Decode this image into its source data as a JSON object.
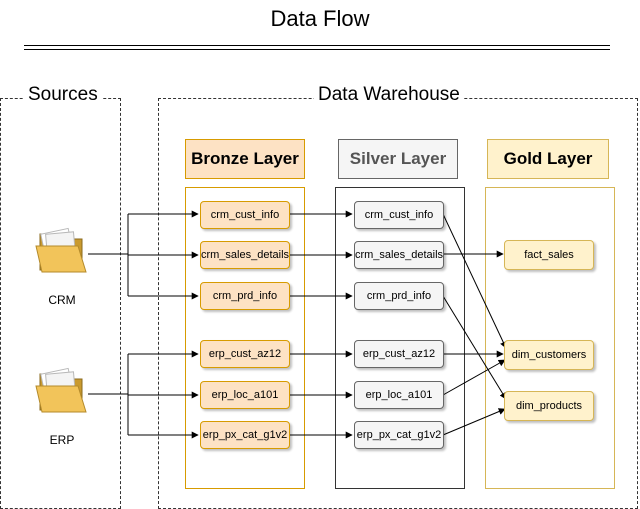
{
  "title": "Data Flow",
  "zones": {
    "sources": "Sources",
    "warehouse": "Data Warehouse"
  },
  "layers": {
    "bronze": "Bronze Layer",
    "silver": "Silver Layer",
    "gold": "Gold Layer"
  },
  "sources": {
    "crm": "CRM",
    "erp": "ERP"
  },
  "bronze_tables": [
    "crm_cust_info",
    "crm_sales_details",
    "crm_prd_info",
    "erp_cust_az12",
    "erp_loc_a101",
    "erp_px_cat_g1v2"
  ],
  "silver_tables": [
    "crm_cust_info",
    "crm_sales_details",
    "crm_prd_info",
    "erp_cust_az12",
    "erp_loc_a101",
    "erp_px_cat_g1v2"
  ],
  "gold_tables": [
    "fact_sales",
    "dim_customers",
    "dim_products"
  ],
  "colors": {
    "bronze_fill": "#fde2c4",
    "bronze_stroke": "#d79b00",
    "silver_fill": "#f5f5f5",
    "silver_stroke": "#666666",
    "gold_fill": "#fff2cc",
    "gold_stroke": "#d6b656"
  },
  "icons": {
    "source": "folder-icon"
  }
}
